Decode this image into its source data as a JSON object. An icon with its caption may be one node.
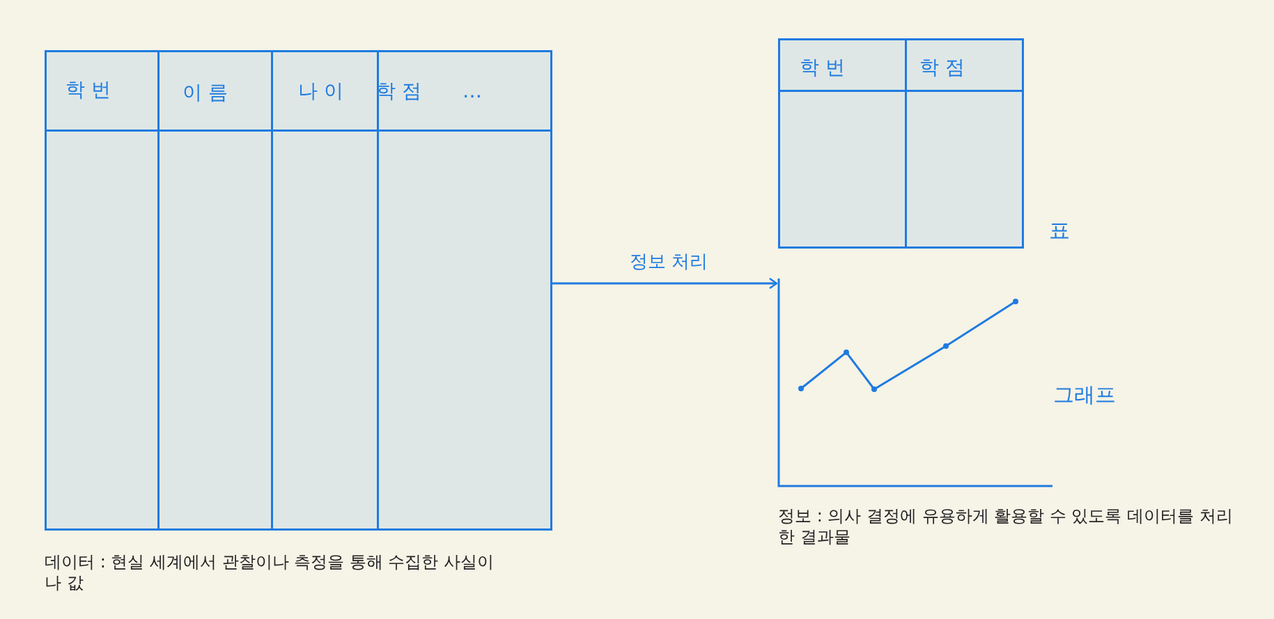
{
  "diagram": {
    "nodes": [
      {
        "text": [],
        "shape": "table",
        "beside": [
          "데이터 : 현실 세계에서 관찰이나 측정을 통해 수집한 사실이나 값"
        ]
      },
      {
        "text": [],
        "shape": "table",
        "beside": [
          "표"
        ]
      },
      {
        "text": [],
        "shape": "picture",
        "beside": [
          "그래프",
          "정보 : 의사 결정에 유용하게 활용할 수 있도록 데이터를 처리한 결과물"
        ]
      }
    ],
    "edges": [
      {
        "from": 0,
        "to": 2,
        "arrow": "to",
        "label": "정보 처리"
      }
    ],
    "labels": [
      "학 번",
      "이 름",
      "나 이",
      "학 점",
      "…",
      "학 번",
      "학 점"
    ]
  }
}
